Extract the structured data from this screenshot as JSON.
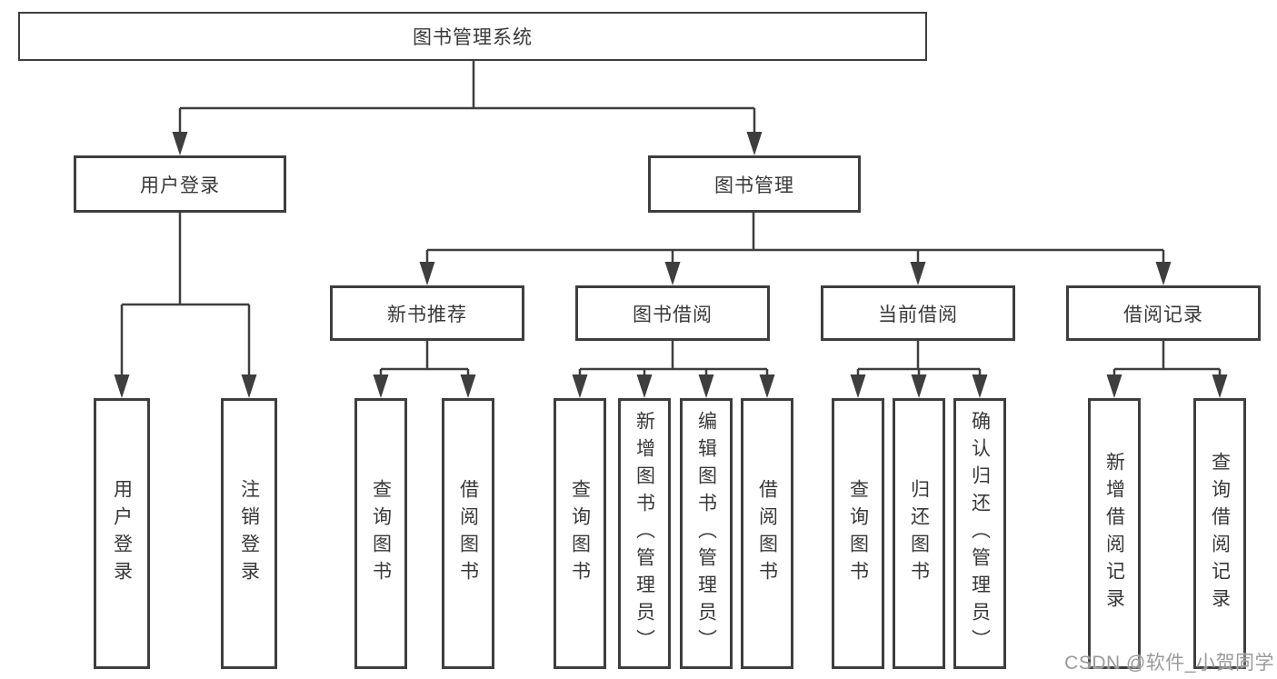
{
  "diagram": {
    "title": "图书管理系统",
    "level2": [
      "用户登录",
      "图书管理"
    ],
    "level3": [
      "新书推荐",
      "图书借阅",
      "当前借阅",
      "借阅记录"
    ],
    "leaf_groups": [
      [
        "用户登录",
        "注销登录"
      ],
      [
        "查询图书",
        "借阅图书"
      ],
      [
        "查询图书",
        "新增图书（管理员）",
        "编辑图书（管理员）",
        "借阅图书"
      ],
      [
        "查询图书",
        "归还图书",
        "确认归还（管理员）"
      ],
      [
        "新增借阅记录",
        "查询借阅记录"
      ]
    ]
  },
  "watermark": "CSDN @软件_小贺同学",
  "colors": {
    "line": "#3e3e3e",
    "text": "#383838",
    "watermark": "#9a9a9a",
    "background": "#ffffff"
  }
}
